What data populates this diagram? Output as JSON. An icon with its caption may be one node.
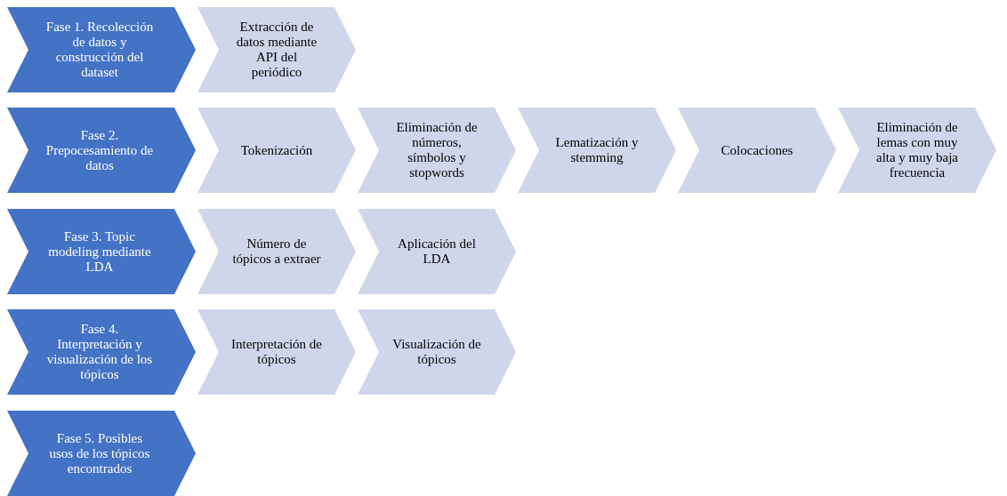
{
  "diagram": {
    "nodes": [
      {
        "text": [
          "Fase 1. Recolección de datos y construcción del dataset"
        ]
      },
      {
        "text": [
          "Extracción de datos mediante API del periódico"
        ]
      },
      {
        "text": [
          "Fase 2. Prepocesamiento de datos"
        ]
      },
      {
        "text": [
          "Tokenización"
        ]
      },
      {
        "text": [
          "Eliminación de números, símbolos y stopwords"
        ]
      },
      {
        "text": [
          "Lematización y stemming"
        ]
      },
      {
        "text": [
          "Colocaciones"
        ]
      },
      {
        "text": [
          "Eliminación de lemas con muy alta y muy baja frecuencia"
        ]
      },
      {
        "text": [
          "Fase 3. Topic modeling mediante LDA"
        ]
      },
      {
        "text": [
          "Número de tópicos a extraer"
        ]
      },
      {
        "text": [
          "Aplicación del LDA"
        ]
      },
      {
        "text": [
          "Fase 4. Interpretación y visualización de los tópicos"
        ]
      },
      {
        "text": [
          "Interpretación de tópicos"
        ]
      },
      {
        "text": [
          "Visualización de tópicos"
        ]
      },
      {
        "text": [
          "Fase 5. Posibles usos de los tópicos encontrados"
        ]
      }
    ]
  }
}
